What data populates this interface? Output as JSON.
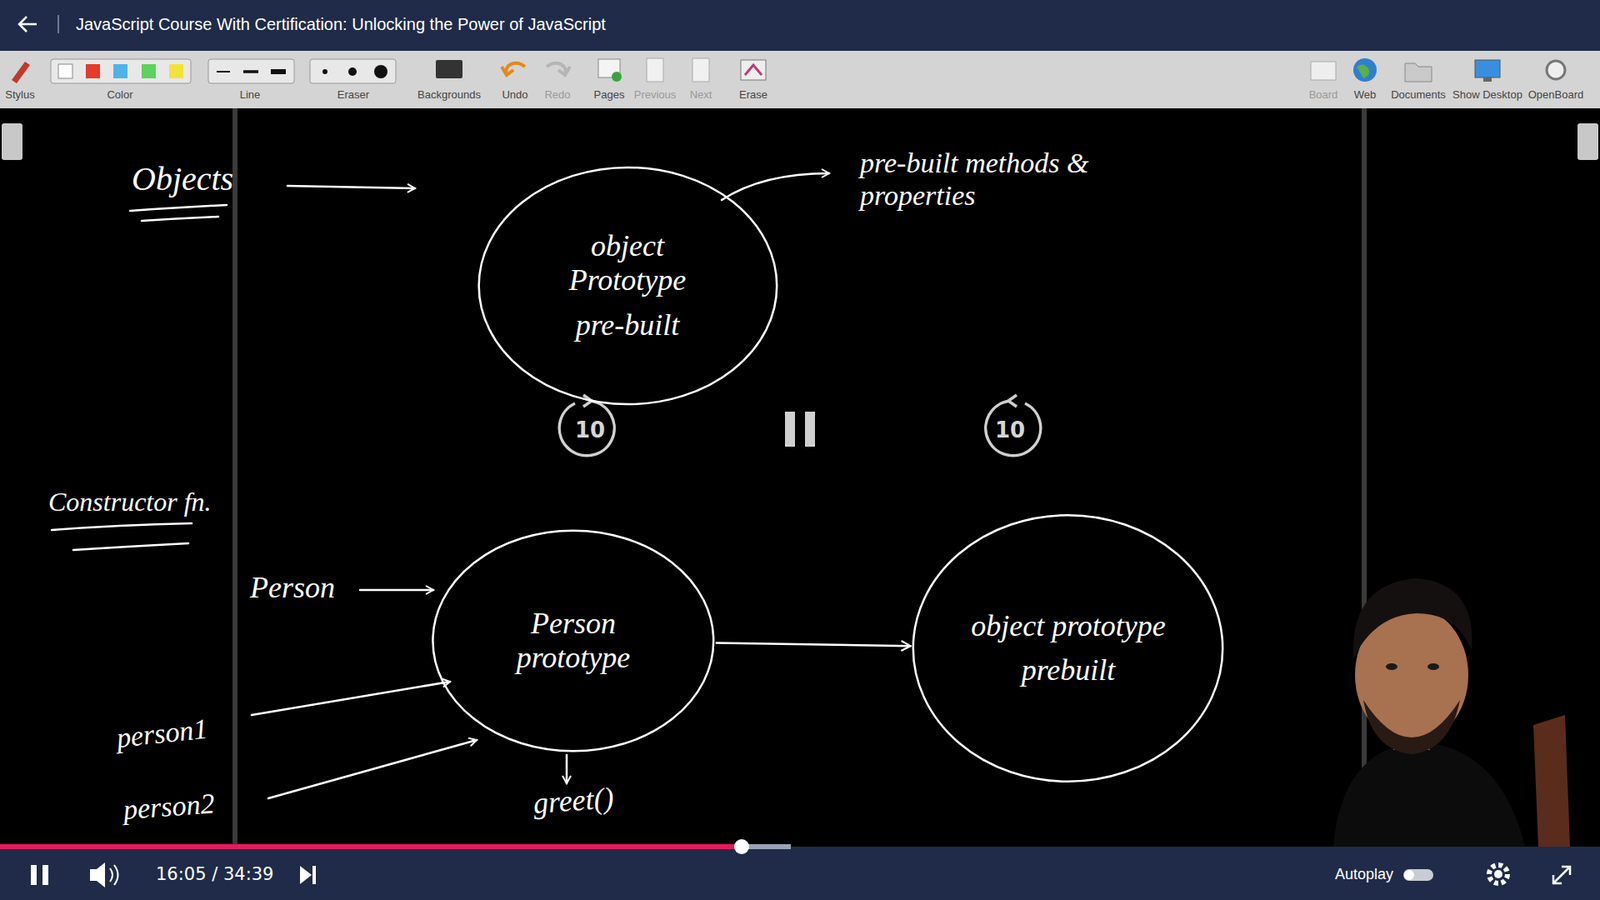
{
  "diagram": {
    "nodes": [
      {
        "text": [
          "object Prototype",
          "pre-built"
        ]
      },
      {
        "text": [
          "Person prototype"
        ]
      },
      {
        "text": [
          "object prototype",
          "prebuilt"
        ]
      }
    ],
    "edges": [
      {
        "from": 1,
        "to": 2,
        "arrow": "to"
      }
    ],
    "labels": [
      "JavaScript Course With Certification: Unlocking the Power of JavaScript",
      "Stylus",
      "Color",
      "Line",
      "Eraser",
      "Backgrounds",
      "Undo",
      "Redo",
      "Pages",
      "Previous",
      "Next",
      "Erase",
      "Board",
      "Web",
      "Documents",
      "Show Desktop",
      "OpenBoard",
      "Objects",
      "pre-built methods & properties",
      "Constructor fn.",
      "Person",
      "person1",
      "person2",
      "greet()",
      "10",
      "10",
      "16:05 / 34:39",
      "Autoplay"
    ]
  }
}
